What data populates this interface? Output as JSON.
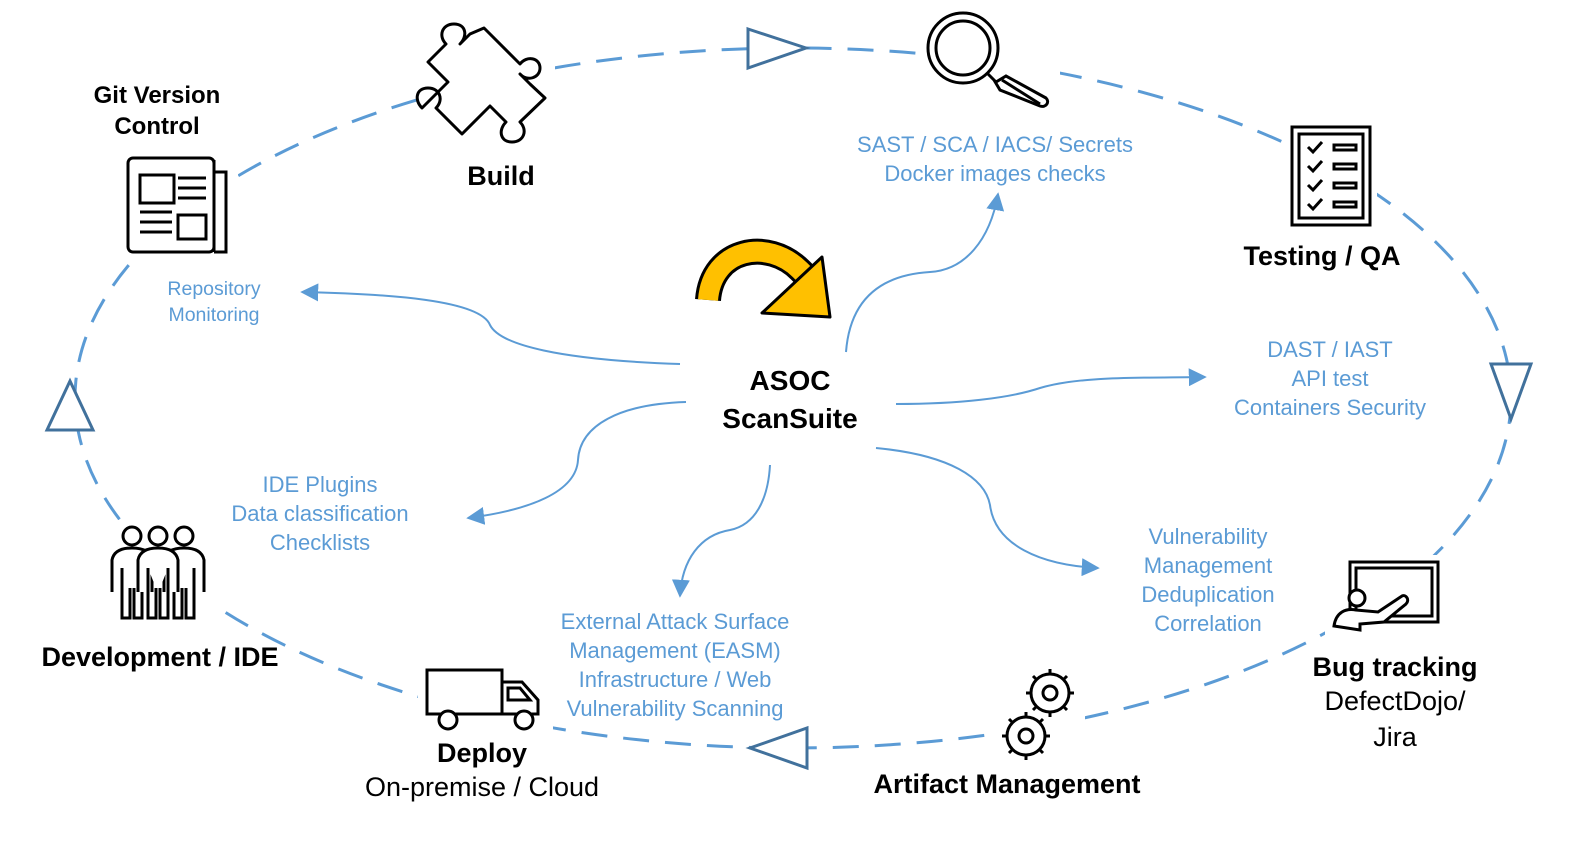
{
  "center": {
    "line1": "ASOC",
    "line2": "ScanSuite"
  },
  "stages": {
    "git": {
      "line1": "Git Version",
      "line2": "Control",
      "icon": "newspaper-icon"
    },
    "build": {
      "label": "Build",
      "icon": "puzzle-piece-icon"
    },
    "testing": {
      "label": "Testing / QA",
      "icon": "checklist-icon",
      "search_icon": "magnifier-icon"
    },
    "bug_tracking": {
      "label": "Bug tracking",
      "sub1": "DefectDojo/",
      "sub2": "Jira",
      "icon": "presenter-board-icon"
    },
    "artifact": {
      "label": "Artifact Management",
      "icon": "gears-icon"
    },
    "deploy": {
      "label": "Deploy",
      "sub": "On-premise / Cloud",
      "icon": "truck-icon"
    },
    "development": {
      "label": "Development / IDE",
      "icon": "team-icon"
    }
  },
  "features": {
    "repo": [
      "Repository",
      "Monitoring"
    ],
    "sast": [
      "SAST / SCA / IACS/ Secrets",
      "Docker images checks"
    ],
    "dast": [
      "DAST / IAST",
      "API test",
      "Containers Security"
    ],
    "vuln": [
      "Vulnerability",
      "Management",
      "Deduplication",
      "Correlation"
    ],
    "easm": [
      "External Attack Surface",
      "Management (EASM)",
      "Infrastructure / Web",
      "Vulnerability Scanning"
    ],
    "ide": [
      "IDE Plugins",
      "Data classification",
      "Checklists"
    ]
  },
  "colors": {
    "cycle": "#5b9bd5",
    "arrowhead": "#41719c",
    "feature_text": "#5b9bd5",
    "center_arrow": "#ffc000"
  }
}
